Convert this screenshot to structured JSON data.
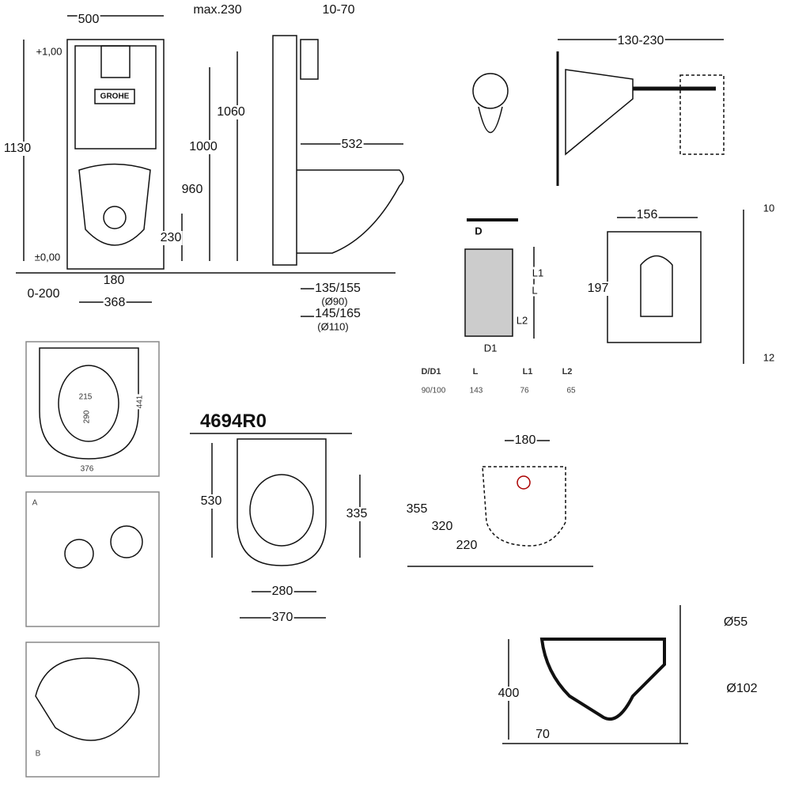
{
  "frame_drawing": {
    "width": "500",
    "max_depth": "max.230",
    "wall_gap": "10-70",
    "level_plus": "+1,00",
    "height_total": "1130",
    "h1060": "1060",
    "h1000": "1000",
    "h960": "960",
    "h230": "230",
    "level_zero": "±0,00",
    "w180": "180",
    "offset": "0-200",
    "w368": "368",
    "projection": "532",
    "drain1": "135/155",
    "drain1_d": "(Ø90)",
    "drain2": "145/165",
    "drain2_d": "(Ø110)",
    "logo": "GROHE"
  },
  "bolt_drawing": {
    "range": "130-230"
  },
  "pipe_drawing": {
    "D": "D",
    "L1": "L1",
    "L": "L",
    "L2": "L2",
    "D1": "D1",
    "table": {
      "headers": [
        "D/D1",
        "L",
        "L1",
        "L2"
      ],
      "values": [
        "90/100",
        "143",
        "76",
        "65"
      ]
    }
  },
  "plate_drawing": {
    "width": "156",
    "height": "197",
    "depth_top": "10",
    "depth_bottom": "12"
  },
  "seat_drawing": {
    "inner_width": "215",
    "inner_length": "290",
    "length": "441",
    "width": "376"
  },
  "panel_labels": {
    "a": "A",
    "b": "B"
  },
  "bowl_top": {
    "model": "4694R0",
    "length": "530",
    "depth": "335",
    "inner_width": "280",
    "width": "370"
  },
  "bowl_holes": {
    "spacing": "180",
    "h355": "355",
    "h320": "320",
    "h220": "220"
  },
  "bowl_side": {
    "d55": "Ø55",
    "height": "400",
    "d102": "Ø102",
    "bottom": "70"
  }
}
